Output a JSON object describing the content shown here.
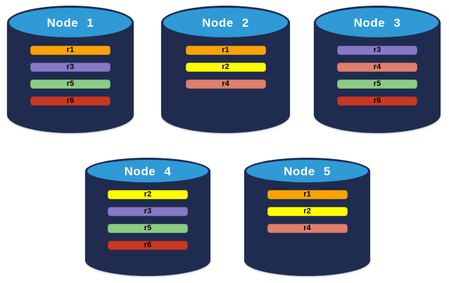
{
  "colors": {
    "background": "#ffffff",
    "cylinder_body": "#1F2C50",
    "cylinder_top": "#2F9AD6",
    "node_title_text": "#ffffff",
    "replica_label_text": "#000000"
  },
  "replica_colors": {
    "r1": {
      "fill": "#F9A306",
      "border": "#D98A00"
    },
    "r2": {
      "fill": "#FFFF00",
      "border": "#D6CC00"
    },
    "r3": {
      "fill": "#8679C5",
      "border": "#6E61AE"
    },
    "r4": {
      "fill": "#DF7F6E",
      "border": "#C5685A"
    },
    "r5": {
      "fill": "#8CCB86",
      "border": "#6FB06C"
    },
    "r6": {
      "fill": "#C93826",
      "border": "#A52C1C"
    }
  },
  "nodes": [
    {
      "title": "Node 1",
      "replicas": [
        "r1",
        "r3",
        "r5",
        "r6"
      ]
    },
    {
      "title": "Node 2",
      "replicas": [
        "r1",
        "r2",
        "r4"
      ]
    },
    {
      "title": "Node 3",
      "replicas": [
        "r3",
        "r4",
        "r5",
        "r6"
      ]
    },
    {
      "title": "Node 4",
      "replicas": [
        "r2",
        "r3",
        "r5",
        "r6"
      ]
    },
    {
      "title": "Node 5",
      "replicas": [
        "r1",
        "r2",
        "r4"
      ]
    }
  ]
}
